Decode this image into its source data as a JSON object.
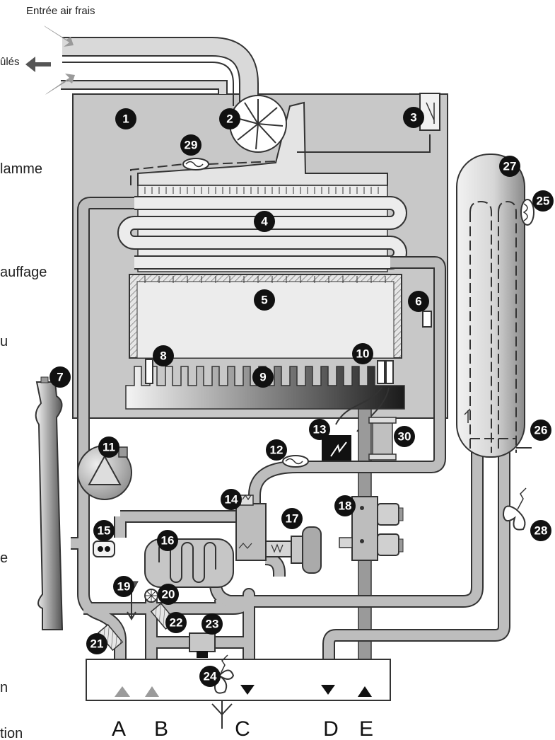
{
  "labels": {
    "fresh_air": "Entrée air frais",
    "fumes_partial": "ûlés",
    "left_1": "lamme",
    "left_2": "auffage",
    "left_3": "u",
    "left_4": "e",
    "left_5": "n",
    "left_6": "tion"
  },
  "connections": [
    "A",
    "B",
    "C",
    "D",
    "E"
  ],
  "markers": [
    "1",
    "2",
    "3",
    "4",
    "5",
    "6",
    "7",
    "8",
    "9",
    "10",
    "11",
    "12",
    "13",
    "14",
    "15",
    "16",
    "17",
    "18",
    "19",
    "20",
    "21",
    "22",
    "23",
    "24",
    "25",
    "26",
    "27",
    "28",
    "29",
    "30"
  ],
  "colors": {
    "casing": "#c8c8c8",
    "pipe": "#bdbdbd",
    "pipe_outline": "#3a3a3a",
    "marker": "#111111",
    "arrow_gray": "#9a9a9a"
  }
}
